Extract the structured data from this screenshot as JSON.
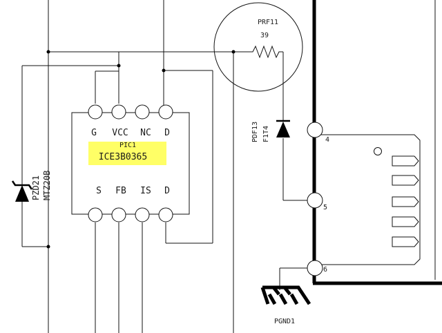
{
  "ic": {
    "ref": "PIC1",
    "part": "ICE3B0365",
    "highlight_color": "#ffff66",
    "top_pins": [
      "G",
      "VCC",
      "NC",
      "D"
    ],
    "bottom_pins": [
      "S",
      "FB",
      "IS",
      "D"
    ]
  },
  "resistor": {
    "ref": "PRF11",
    "value": "39"
  },
  "zener": {
    "ref": "PZD21",
    "part": "MTZ20B"
  },
  "diode": {
    "ref": "PDF13",
    "part": "F1T4"
  },
  "connector_pins": [
    "4",
    "5",
    "6"
  ],
  "ground": {
    "ref": "PGND1"
  }
}
